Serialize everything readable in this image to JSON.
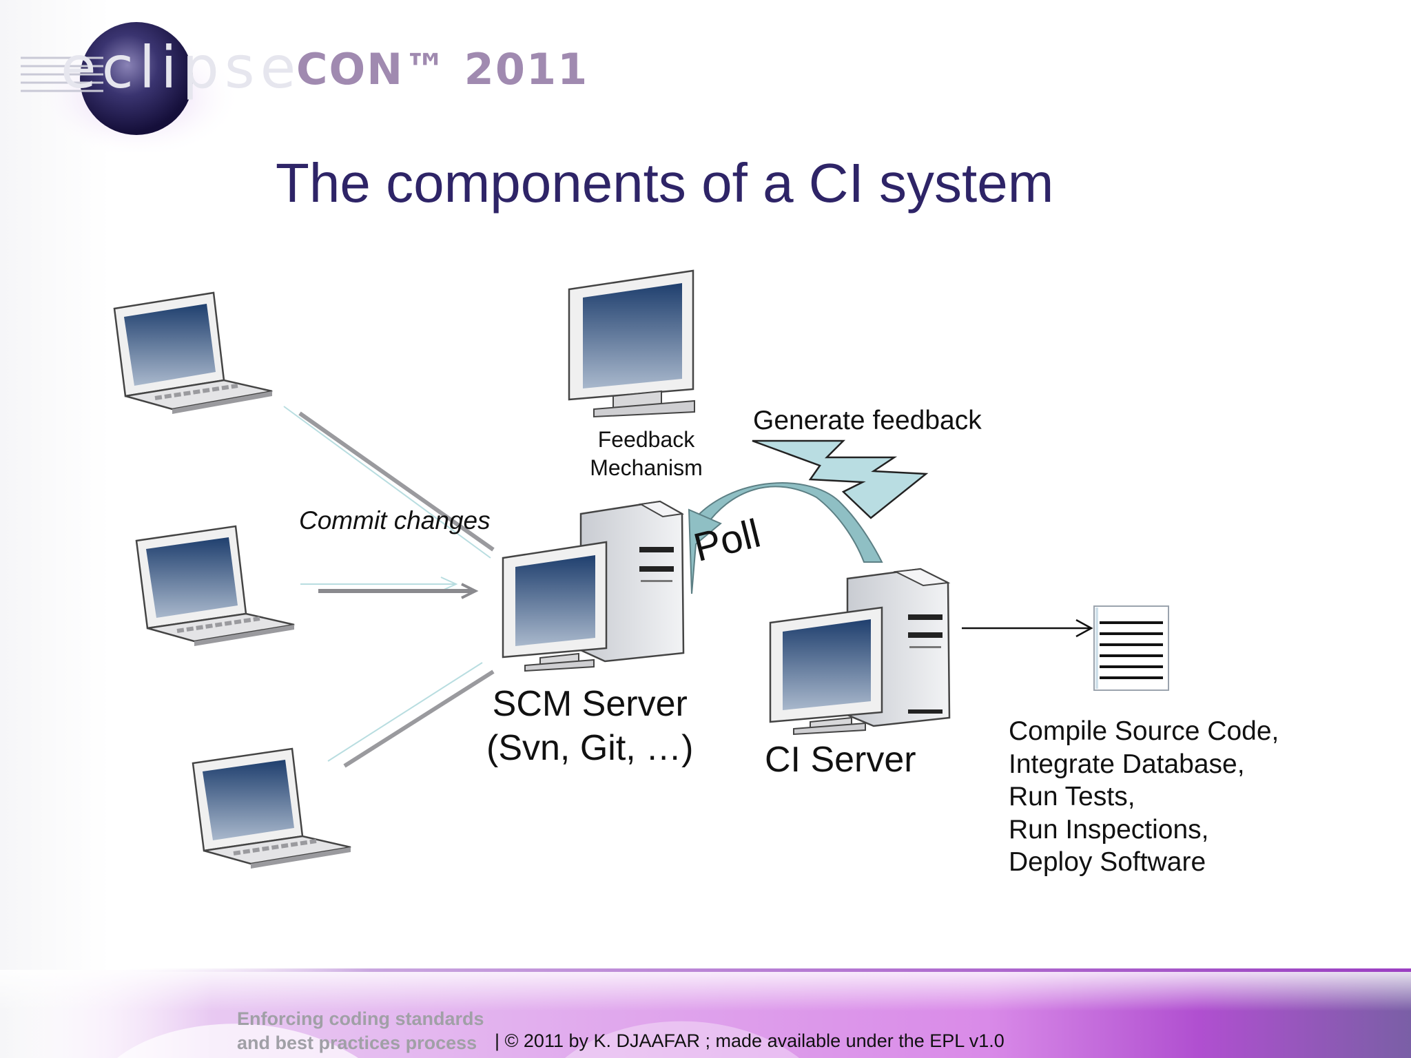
{
  "slide": {
    "title": "The components of a CI system"
  },
  "logo": {
    "word": "eclipse",
    "suffix": "CON™ 2011"
  },
  "diagram": {
    "feedback_mechanism_line1": "Feedback",
    "feedback_mechanism_line2": "Mechanism",
    "generate_feedback": "Generate feedback",
    "commit_changes": "Commit changes",
    "poll": "Poll",
    "scm_server_line1": "SCM Server",
    "scm_server_line2": "(Svn, Git, …)",
    "ci_server": "CI Server",
    "tasks": [
      "Compile Source Code,",
      "Integrate Database,",
      "Run Tests,",
      "Run Inspections,",
      "Deploy Software"
    ]
  },
  "footer": {
    "line1": "Enforcing coding standards",
    "line2": "and best practices process",
    "copyright": "|  © 2011 by K. DJAAFAR ; made available under the EPL v1.0"
  },
  "colors": {
    "title": "#2e2467",
    "screen_top": "#1f3f6e",
    "screen_bottom": "#a9b8cc",
    "bolt": "#b9dde2",
    "poll_arrow": "#8fbfc4",
    "footer_purple": "#b04fd0"
  }
}
